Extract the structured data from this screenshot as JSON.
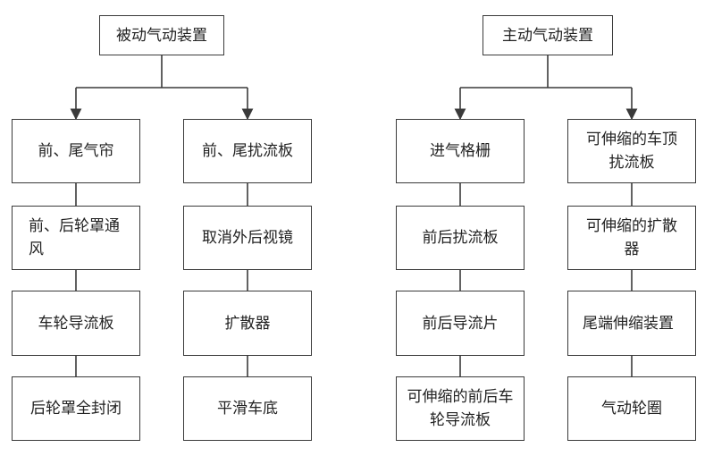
{
  "colors": {
    "line": "#3a3a3a",
    "text": "#222222",
    "background": "#ffffff"
  },
  "passive": {
    "title": "被动气动装置",
    "col1": [
      "前、尾气帘",
      "前、后轮罩通风",
      "车轮导流板",
      "后轮罩全封闭"
    ],
    "col2": [
      "前、尾扰流板",
      "取消外后视镜",
      "扩散器",
      "平滑车底"
    ]
  },
  "active": {
    "title": "主动气动装置",
    "col1": [
      "进气格栅",
      "前后扰流板",
      "前后导流片",
      "可伸缩的前后车轮导流板"
    ],
    "col2": [
      "可伸缩的车顶扰流板",
      "可伸缩的扩散器",
      "尾端伸缩装置",
      "气动轮圈"
    ]
  }
}
